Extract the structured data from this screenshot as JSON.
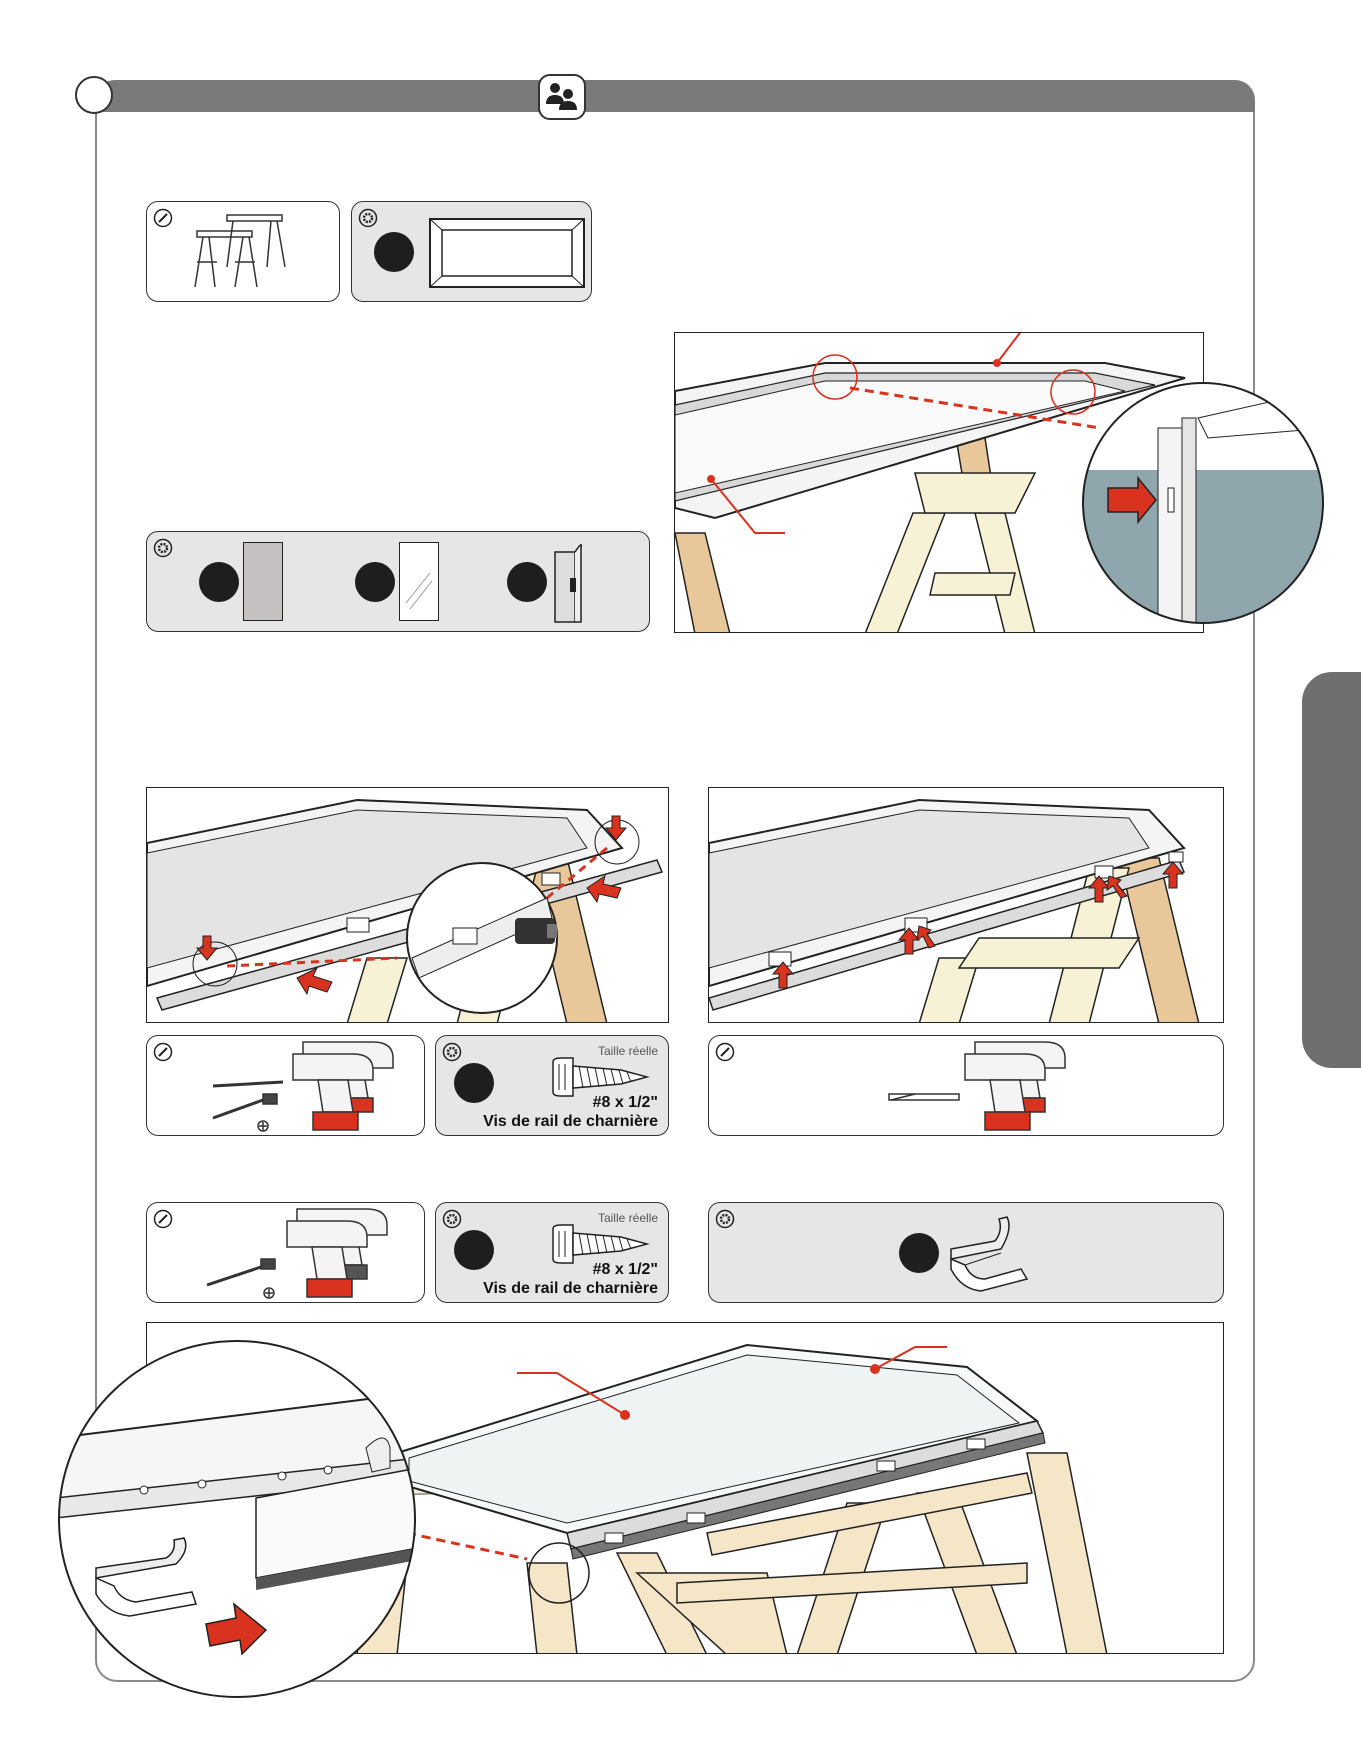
{
  "screw_box_1": {
    "actual_size": "Taille réelle",
    "size": "#8 x 1/2\"",
    "name": "Vis de rail de charnière"
  },
  "screw_box_2": {
    "actual_size": "Taille réelle",
    "size": "#8 x 1/2\"",
    "name": "Vis de rail de charnière"
  },
  "icons": {
    "tools": "wrench-icon",
    "hardware": "gear-icon",
    "people": "two-people-icon"
  },
  "colors": {
    "header_bar": "#7a7a7a",
    "accent_red": "#d9321e",
    "sawhorse_wood": "#e8c89a",
    "glass_panel": "#8fa6ad",
    "card_grey": "#e6e6e6"
  }
}
